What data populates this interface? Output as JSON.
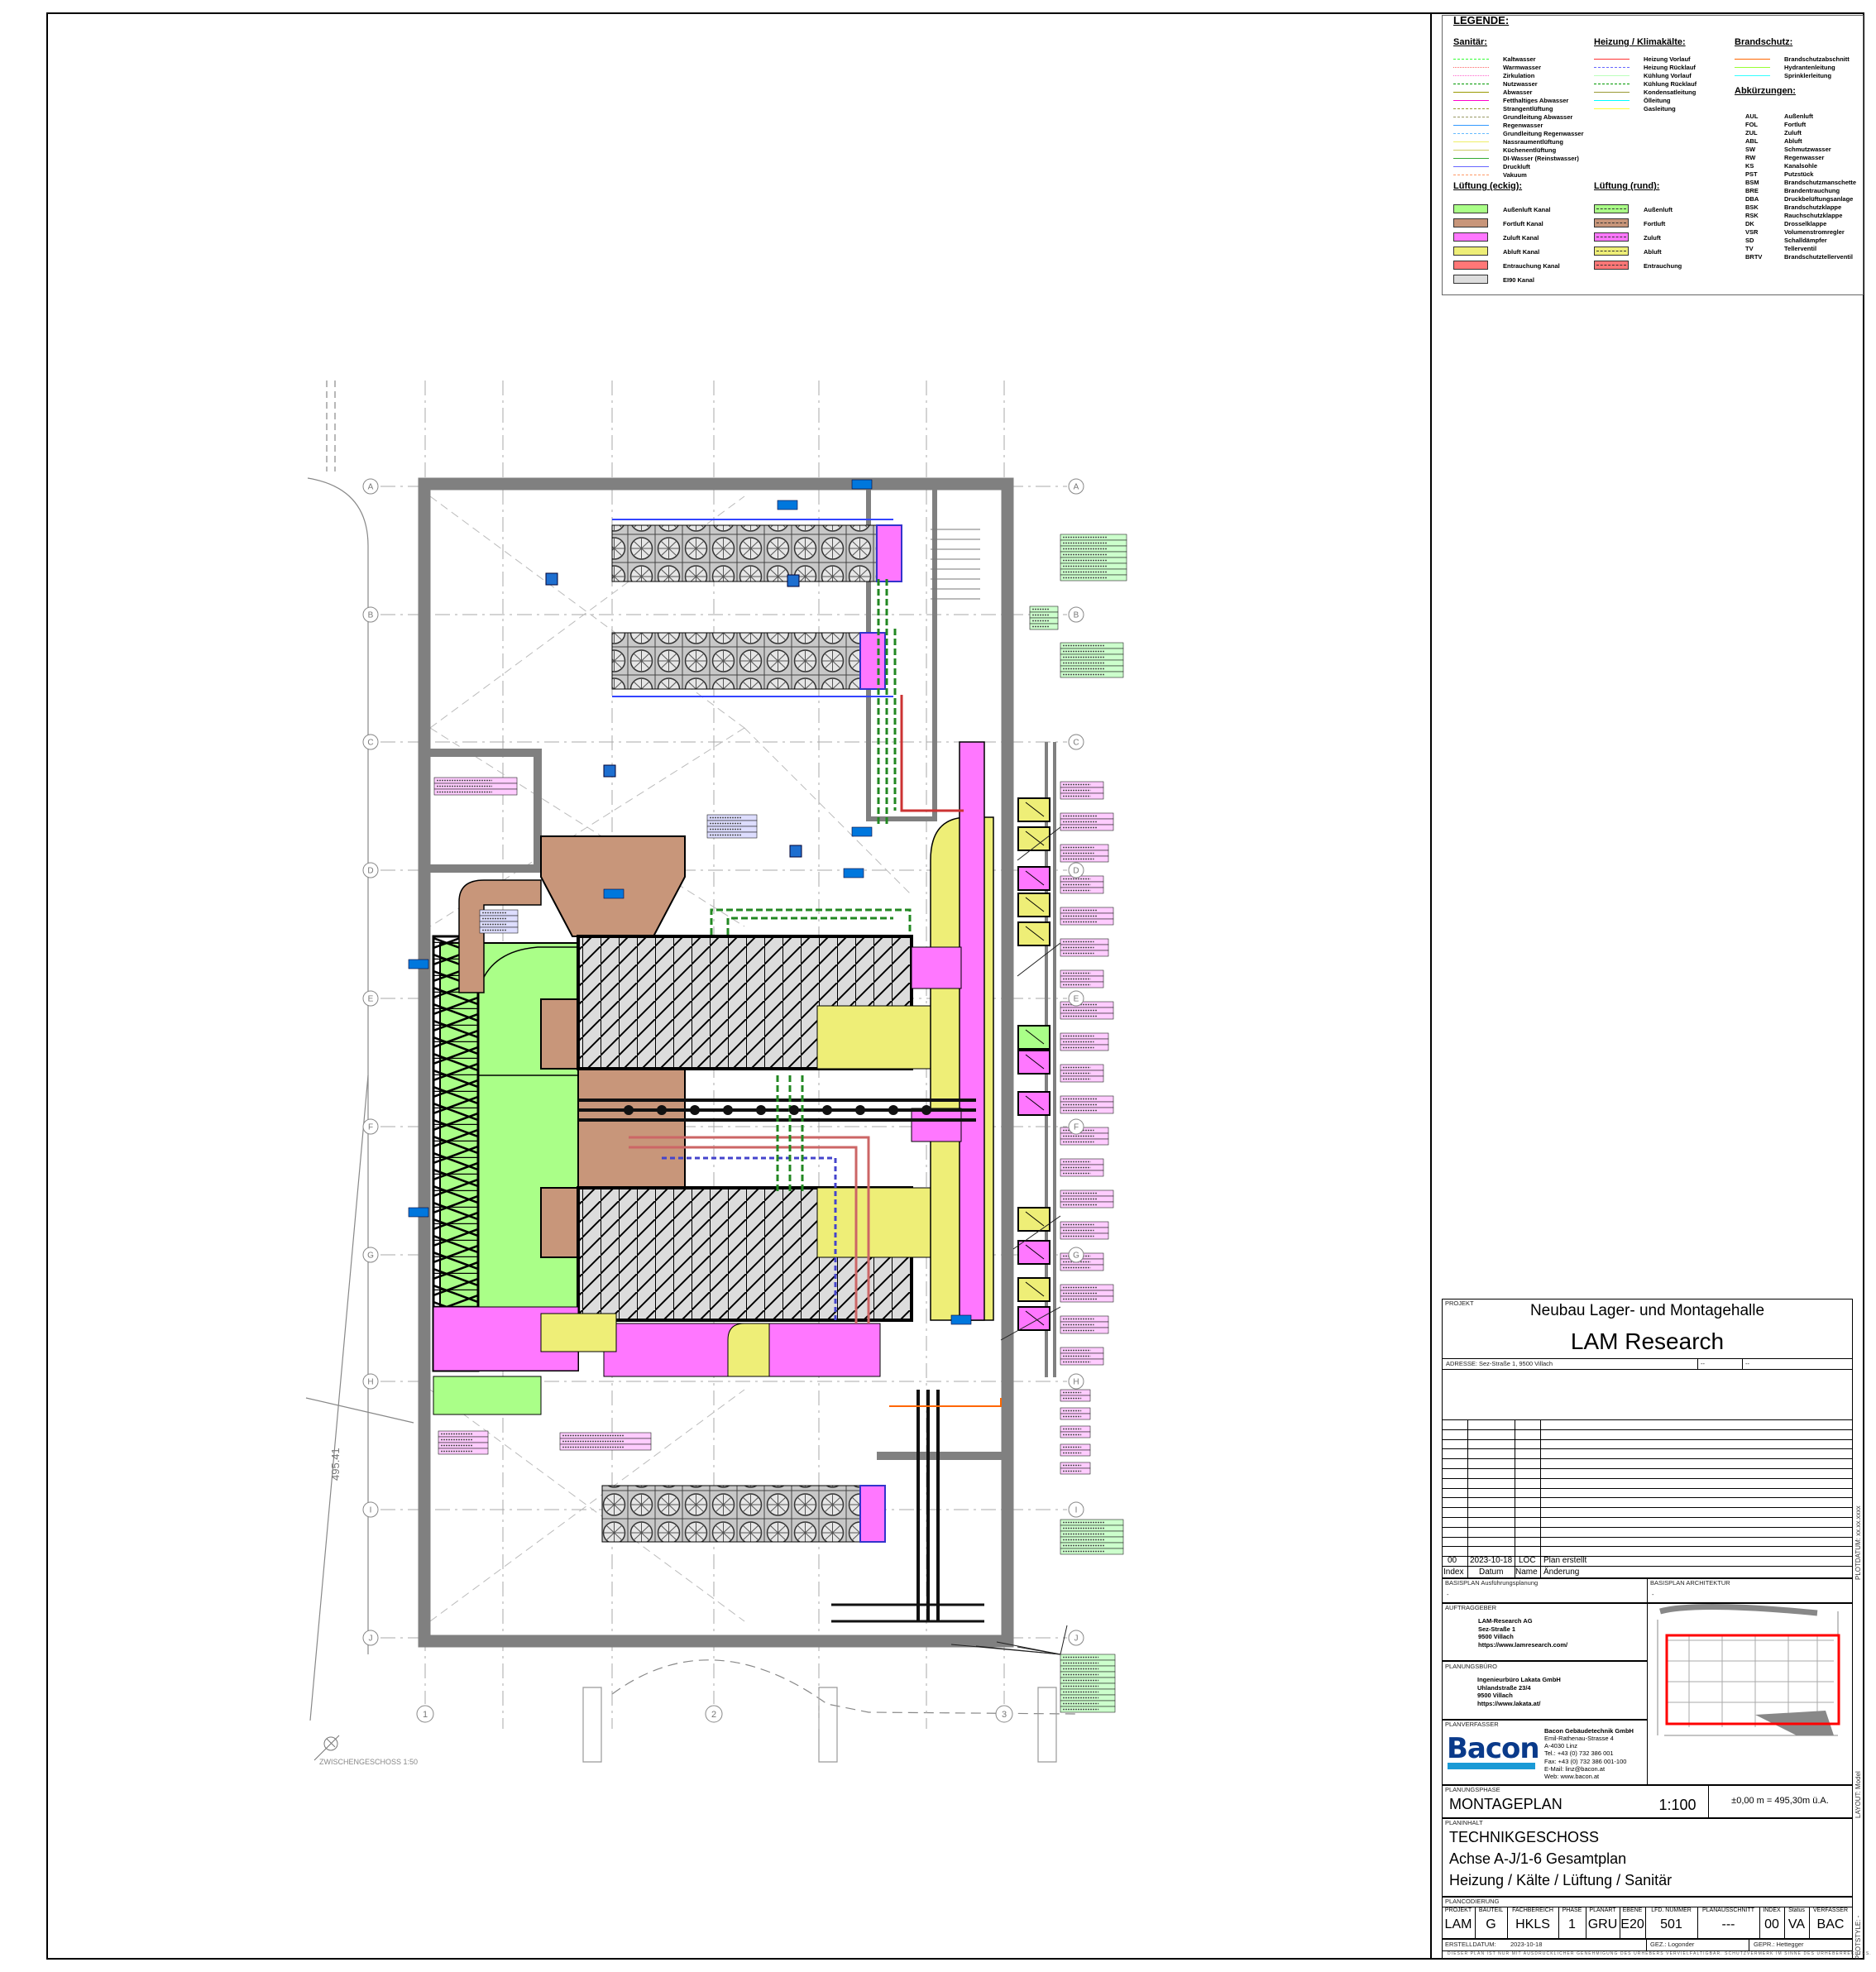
{
  "legend": {
    "title": "LEGENDE:",
    "sanitaer": {
      "heading": "Sanitär:",
      "items": [
        {
          "label": "Kaltwasser",
          "color": "#33ff33",
          "style": "dashed"
        },
        {
          "label": "Warmwasser",
          "color": "#ff6666",
          "style": "dotted"
        },
        {
          "label": "Zirkulation",
          "color": "#ff66cc",
          "style": "dotted"
        },
        {
          "label": "Nutzwasser",
          "color": "#009900",
          "style": "dashed"
        },
        {
          "label": "Abwasser",
          "color": "#999900",
          "style": "solid"
        },
        {
          "label": "Fetthaltiges Abwasser",
          "color": "#ff00cc",
          "style": "solid"
        },
        {
          "label": "Strangentlüftung",
          "color": "#999933",
          "style": "dashed"
        },
        {
          "label": "Grundleitung Abwasser",
          "color": "#999966",
          "style": "dashed"
        },
        {
          "label": "Regenwasser",
          "color": "#3399ff",
          "style": "solid"
        },
        {
          "label": "Grundleitung Regenwasser",
          "color": "#66bbff",
          "style": "dashed"
        },
        {
          "label": "Nassraumentlüftung",
          "color": "#eeee66",
          "style": "solid"
        },
        {
          "label": "Küchenentlüftung",
          "color": "#cccc66",
          "style": "solid"
        },
        {
          "label": "DI-Wasser (Reinstwasser)",
          "color": "#33aa33",
          "style": "solid"
        },
        {
          "label": "Druckluft",
          "color": "#6666ff",
          "style": "solid"
        },
        {
          "label": "Vakuum",
          "color": "#ff9966",
          "style": "dashed"
        }
      ]
    },
    "heizung": {
      "heading": "Heizung / Klimakälte:",
      "items": [
        {
          "label": "Heizung Vorlauf",
          "color": "#ff3333",
          "style": "solid"
        },
        {
          "label": "Heizung Rücklauf",
          "color": "#6666ff",
          "style": "dashed"
        },
        {
          "label": "Kühlung Vorlauf",
          "color": "#bbffbb",
          "style": "solid"
        },
        {
          "label": "Kühlung Rücklauf",
          "color": "#009900",
          "style": "dashed"
        },
        {
          "label": "Kondensatleitung",
          "color": "#999933",
          "style": "solid"
        },
        {
          "label": "Ölleitung",
          "color": "#00ffff",
          "style": "solid"
        },
        {
          "label": "Gasleitung",
          "color": "#ffff33",
          "style": "solid"
        }
      ]
    },
    "brandschutz": {
      "heading": "Brandschutz:",
      "items": [
        {
          "label": "Brandschutzabschnitt",
          "color": "#ff6600",
          "style": "solid"
        },
        {
          "label": "Hydrantenleitung",
          "color": "#99ff33",
          "style": "solid"
        },
        {
          "label": "Sprinklerleitung",
          "color": "#33ffff",
          "style": "solid"
        }
      ]
    },
    "abkuerzungen": {
      "heading": "Abkürzungen:",
      "items": [
        {
          "abbr": "AUL",
          "text": "Außenluft"
        },
        {
          "abbr": "FOL",
          "text": "Fortluft"
        },
        {
          "abbr": "ZUL",
          "text": "Zuluft"
        },
        {
          "abbr": "ABL",
          "text": "Abluft"
        },
        {
          "abbr": "SW",
          "text": "Schmutzwasser"
        },
        {
          "abbr": "RW",
          "text": "Regenwasser"
        },
        {
          "abbr": "KS",
          "text": "Kanalsohle"
        },
        {
          "abbr": "PST",
          "text": "Putzstück"
        },
        {
          "abbr": "BSM",
          "text": "Brandschutzmanschette"
        },
        {
          "abbr": "BRE",
          "text": "Brandentrauchung"
        },
        {
          "abbr": "DBA",
          "text": "Druckbelüftungsanlage"
        },
        {
          "abbr": "BSK",
          "text": "Brandschutzklappe"
        },
        {
          "abbr": "RSK",
          "text": "Rauchschutzklappe"
        },
        {
          "abbr": "DK",
          "text": "Drosselklappe"
        },
        {
          "abbr": "VSR",
          "text": "Volumenstromregler"
        },
        {
          "abbr": "SD",
          "text": "Schalldämpfer"
        },
        {
          "abbr": "TV",
          "text": "Tellerventil"
        },
        {
          "abbr": "BRTV",
          "text": "Brandschutztellerventil"
        }
      ]
    },
    "lueftung_eckig": {
      "heading": "Lüftung (eckig):",
      "items": [
        {
          "label": "Außenluft Kanal",
          "color": "#aaff88"
        },
        {
          "label": "Fortluft Kanal",
          "color": "#c8967a"
        },
        {
          "label": "Zuluft Kanal",
          "color": "#ff77ff"
        },
        {
          "label": "Abluft Kanal",
          "color": "#eeee77"
        },
        {
          "label": "Entrauchung Kanal",
          "color": "#ff7777"
        },
        {
          "label": "EI90 Kanal",
          "color": "#dddddd"
        }
      ]
    },
    "lueftung_rund": {
      "heading": "Lüftung (rund):",
      "items": [
        {
          "label": "Außenluft",
          "color": "#aaff88"
        },
        {
          "label": "Fortluft",
          "color": "#c8967a"
        },
        {
          "label": "Zuluft",
          "color": "#ff77ff"
        },
        {
          "label": "Abluft",
          "color": "#eeee77"
        },
        {
          "label": "Entrauchung",
          "color": "#ff7777"
        }
      ]
    }
  },
  "title_block": {
    "projekt_label": "PROJEKT",
    "projekt_line1": "Neubau Lager- und Montagehalle",
    "projekt_line2": "LAM Research",
    "adresse": "ADRESSE: Sez-Straße 1, 9500 Villach",
    "adresse_extra1": "--",
    "adresse_extra2": "--",
    "revision": {
      "index": "00",
      "datum": "2023-10-18",
      "name": "LOC",
      "aenderung": "Plan erstellt"
    },
    "revision_headers": {
      "index": "Index",
      "datum": "Datum",
      "name": "Name",
      "aenderung": "Änderung"
    },
    "basisplan_ausfuehrung_label": "BASISPLAN Ausführungsplanung",
    "basisplan_ausfuehrung_value": "-",
    "basisplan_architektur_label": "BASISPLAN ARCHITEKTUR",
    "basisplan_architektur_value": "-",
    "auftraggeber_label": "AUFTRAGGEBER",
    "auftraggeber": [
      "LAM-Research AG",
      "Sez-Straße 1",
      "9500 Villach",
      "https://www.lamresearch.com/"
    ],
    "planungsbuero_label": "PLANUNGSBÜRO",
    "planungsbuero": [
      "Ingenieurbüro Lakata GmbH",
      "Uhlandstraße 23/4",
      "9500 Villach",
      "https://www.lakata.at/"
    ],
    "planverfasser_label": "PLANVERFASSER",
    "planverfasser_logo": "Bacon",
    "planverfasser_name": "Bacon Gebäudetechnik GmbH",
    "planverfasser": [
      "Emil-Rathenau-Strasse 4",
      "A-4030 Linz",
      "Tel.: +43 (0) 732 386 001",
      "Fax: +43 (0) 732 386 001-100",
      "E-Mail: linz@bacon.at",
      "Web: www.bacon.at"
    ],
    "planungsphase_label": "PLANUNGSPHASE",
    "planungsphase": "MONTAGEPLAN",
    "massstab": "1:100",
    "hoehe": "±0,00 m = 495,30m ü.A.",
    "planinhalt_label": "PLANINHALT",
    "planinhalt": [
      "TECHNIKGESCHOSS",
      "Achse A-J/1-6 Gesamtplan",
      "Heizung / Kälte / Lüftung / Sanitär"
    ],
    "plancodierung_label": "PLANCODIERUNG",
    "codes": [
      {
        "h": "PROJEKT",
        "v": "LAM"
      },
      {
        "h": "BAUTEIL",
        "v": "G"
      },
      {
        "h": "FACHBEREICH",
        "v": "HKLS"
      },
      {
        "h": "PHASE",
        "v": "1"
      },
      {
        "h": "PLANART",
        "v": "GRU"
      },
      {
        "h": "EBENE",
        "v": "E20"
      },
      {
        "h": "LFD. NUMMER",
        "v": "501"
      },
      {
        "h": "PLANAUSSCHNITT",
        "v": "---"
      },
      {
        "h": "INDEX",
        "v": "00"
      },
      {
        "h": "Status",
        "v": "VA"
      },
      {
        "h": "VERFASSER",
        "v": "BAC"
      }
    ],
    "erstelldatum_label": "ERSTELLDATUM:",
    "erstelldatum": "2023-10-18",
    "gez": "GEZ.: Logonder",
    "gepr": "GEPR.: Hettegger",
    "disclaimer": "DIESER PLAN IST NUR MIT AUSDRÜCKLICHER GENEHMIGUNG DES URHEBERS VERVIELFÄLTIGBAR. SCHUTZVERMERK IM SINNE DES URHEBERRECHTES.",
    "plotdatum": "PLOTDATUM: xx.xx.xxxx",
    "layout": "LAYOUT: Model",
    "plotstyle": "PLOTSTYLE: -"
  },
  "plan": {
    "grid_rows": [
      "A",
      "B",
      "C",
      "D",
      "E",
      "F",
      "G",
      "H",
      "I",
      "J"
    ],
    "grid_cols": [
      "1",
      "2",
      "3"
    ],
    "elevation_label": "495.41",
    "detail_label": "ZWISCHENGESCHOSS 1:50",
    "colors": {
      "wall": "#808080",
      "aussenluft": "#aaff88",
      "fortluft": "#c8967a",
      "zuluft": "#ff77ff",
      "abluft": "#eeee77",
      "tag_blue": "#0077dd",
      "tag_green": "#ccffcc",
      "tag_pink": "#ffccff"
    }
  }
}
